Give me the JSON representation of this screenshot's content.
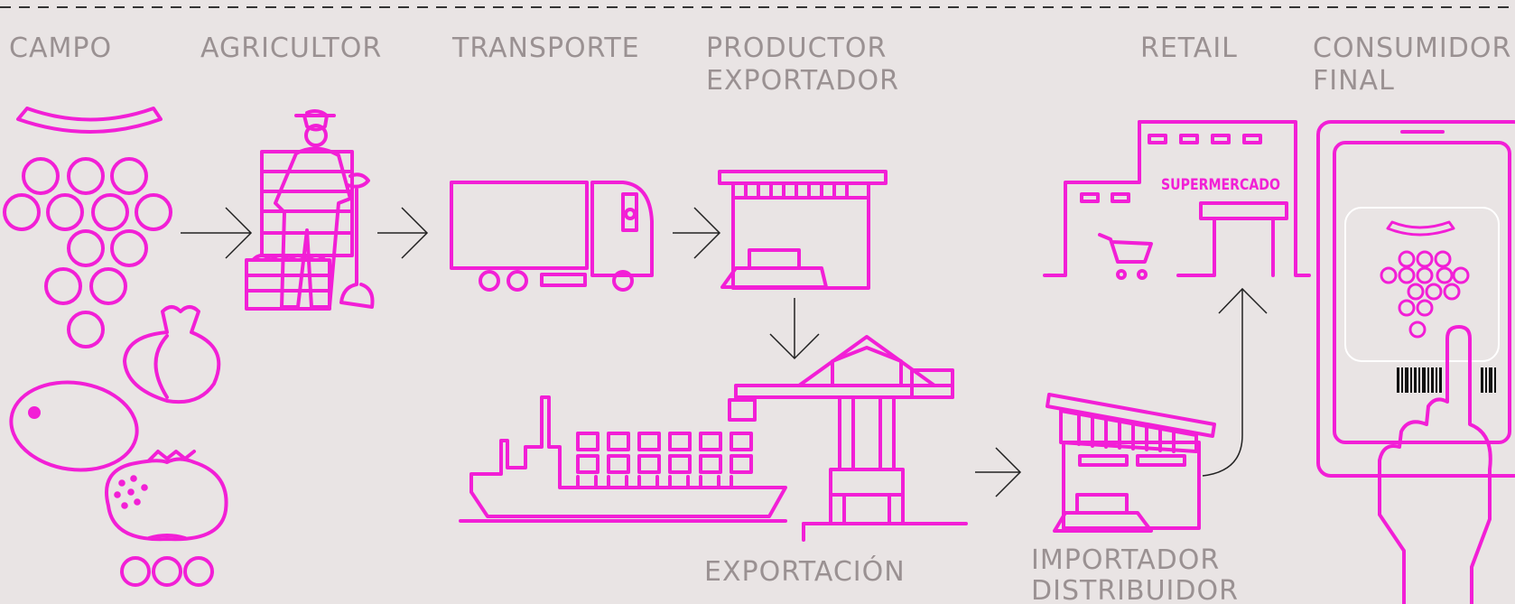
{
  "labels": {
    "campo": "CAMPO",
    "agricultor": "AGRICULTOR",
    "transporte": "TRANSPORTE",
    "productor_line1": "PRODUCTOR",
    "productor_line2": "EXPORTADOR",
    "retail": "RETAIL",
    "consumidor_line1": "CONSUMIDOR",
    "consumidor_line2": "FINAL",
    "exportacion": "EXPORTACIÓN",
    "importador_line1": "IMPORTADOR",
    "importador_line2": "DISTRIBUIDOR"
  },
  "store_sign": "SUPERMERCADO",
  "colors": {
    "background": "#e9e4e4",
    "accent": "#f21fd6",
    "label_text": "#9a9192",
    "arrow": "#222222"
  }
}
